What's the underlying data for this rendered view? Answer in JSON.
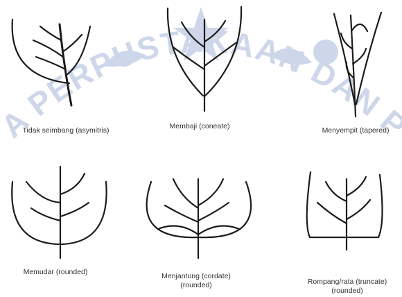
{
  "watermark": {
    "text": "A PERPUSTAKAAN DAN PENERBIT",
    "color": "#a7b7d8"
  },
  "ink_color": "#1b1b1b",
  "shapes": [
    {
      "id": "asymitris",
      "caption": "Tidak seimbang (asymitris)"
    },
    {
      "id": "coneate",
      "caption": "Membaji (coneate)"
    },
    {
      "id": "tapered",
      "caption": "Menyempit (tapered)"
    },
    {
      "id": "rounded",
      "caption": "Memudar (rounded)"
    },
    {
      "id": "cordate",
      "caption": "Menjantung (cordate)",
      "caption_2": "(rounded)"
    },
    {
      "id": "truncate",
      "caption": "Rompang/rata (truncate)",
      "caption_2": "(rounded)"
    }
  ]
}
